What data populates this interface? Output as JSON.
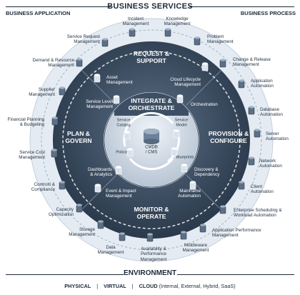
{
  "header": {
    "title": "BUSINESS SERVICES",
    "left_label": "BUSINESS APPLICATION",
    "right_label": "BUSINESS PROCESS"
  },
  "center": {
    "title_line1": "INTEGRATE &",
    "title_line2": "ORCHESTRATE",
    "hub_line1": "CMDB",
    "hub_line2": "/ CMS"
  },
  "quadrants": {
    "top": {
      "line1": "REQUEST &",
      "line2": "SUPPORT"
    },
    "right": {
      "line1": "PROVISION &",
      "line2": "CONFIGURE"
    },
    "bottom": {
      "line1": "MONITOR &",
      "line2": "OPERATE"
    },
    "left": {
      "line1": "PLAN &",
      "line2": "GOVERN"
    }
  },
  "inner_items": [
    {
      "text": "Service\nCatalog",
      "icon": "catalog-icon"
    },
    {
      "text": "Service\nModel",
      "icon": "model-icon"
    },
    {
      "text": "Policies",
      "icon": "policy-icon"
    },
    {
      "text": "Blueprints",
      "icon": "blueprint-icon"
    }
  ],
  "mid_ring": [
    {
      "text": "Asset\nManagement",
      "icon": "asset-icon"
    },
    {
      "text": "Cloud Lifecycle\nManagement",
      "icon": "cloud-icon"
    },
    {
      "text": "Service Level\nManagement",
      "icon": "service-level-icon"
    },
    {
      "text": "Orchestration",
      "icon": "orchestration-icon"
    },
    {
      "text": "Dashboards\n& Analytics",
      "icon": "dashboard-icon"
    },
    {
      "text": "Discovery &\nDependency",
      "icon": "discovery-icon"
    },
    {
      "text": "Event & Impact\nManagement",
      "icon": "event-icon"
    },
    {
      "text": "Mainframe\nAutomation",
      "icon": "mainframe-icon"
    }
  ],
  "outer_ring": [
    {
      "text": "Incident\nManagement",
      "icon": "incident-icon"
    },
    {
      "text": "Knowledge\nManagement",
      "icon": "knowledge-icon"
    },
    {
      "text": "Problem\nManagement",
      "icon": "problem-icon"
    },
    {
      "text": "Change & Release\nManagement",
      "icon": "change-icon"
    },
    {
      "text": "Application\nAutomation",
      "icon": "application-icon"
    },
    {
      "text": "Database\nAutomation",
      "icon": "database-icon"
    },
    {
      "text": "Server\nAutomation",
      "icon": "server-icon"
    },
    {
      "text": "Network\nAutomation",
      "icon": "network-icon"
    },
    {
      "text": "Client\nAutomation",
      "icon": "client-icon"
    },
    {
      "text": "Enterprise Scheduling &\nWorkload Automation",
      "icon": "scheduling-icon"
    },
    {
      "text": "Application Performance\nManagement",
      "icon": "performance-icon"
    },
    {
      "text": "Middleware\nManagement",
      "icon": "middleware-icon"
    },
    {
      "text": "Availability &\nPerformance\nManagement",
      "icon": "availability-icon"
    },
    {
      "text": "Data\nManagement",
      "icon": "data-icon"
    },
    {
      "text": "Storage\nManagement",
      "icon": "storage-icon"
    },
    {
      "text": "Capacity\nOptimization",
      "icon": "capacity-icon"
    },
    {
      "text": "Controls &\nCompliance",
      "icon": "compliance-icon"
    },
    {
      "text": "Service Cost\nManagement",
      "icon": "cost-icon"
    },
    {
      "text": "Financial Planning\n& Budgeting",
      "icon": "finance-icon"
    },
    {
      "text": "Supplier\nManagement",
      "icon": "supplier-icon"
    },
    {
      "text": "Demand & Resource\nManagement",
      "icon": "demand-icon"
    },
    {
      "text": "Service Request\nManagement",
      "icon": "request-icon"
    }
  ],
  "environment": {
    "title": "ENVIRONMENT",
    "physical": "PHYSICAL",
    "sep": "|",
    "virtual": "VIRTUAL",
    "cloud": "CLOUD",
    "cloud_detail": "(Internal, External, Hybrid, SaaS)"
  },
  "colors": {
    "ring_outer": "#2f3f52",
    "ring_inner": "#4d6076",
    "center": "#3d4f64",
    "dashed": "#ffffff",
    "icon_fill": "#5d6f85",
    "icon_light": "#d9e2ec"
  }
}
